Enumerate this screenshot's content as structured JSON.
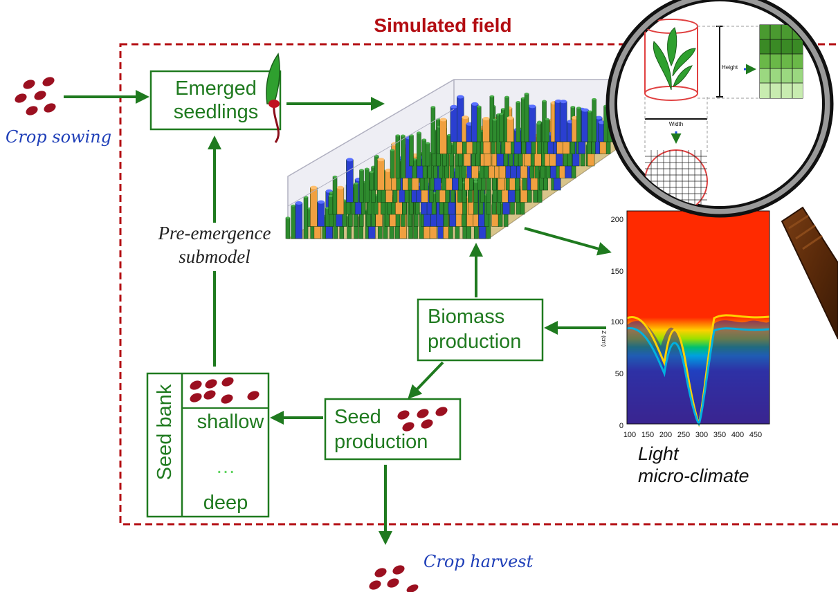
{
  "title": "Simulated field",
  "inputs": {
    "crop_sowing": "Crop sowing",
    "crop_harvest": "Crop harvest"
  },
  "boxes": {
    "emerged_seedlings": [
      "Emerged",
      "seedlings"
    ],
    "biomass_production": [
      "Biomass",
      "production"
    ],
    "seed_production": [
      "Seed",
      "production"
    ]
  },
  "seed_bank": {
    "label": "Seed bank",
    "shallow": "shallow",
    "ellipsis": "…",
    "deep": "deep"
  },
  "pre_emergence": [
    "Pre-emergence",
    "submodel"
  ],
  "light_caption": [
    "Light",
    "micro-climate"
  ],
  "light_plot": {
    "y_ticks": [
      "0",
      "50",
      "100",
      "150",
      "200"
    ],
    "x_ticks": [
      "100",
      "150",
      "200",
      "250",
      "300",
      "350",
      "400",
      "450"
    ],
    "y_label": "Z (cm)"
  },
  "magnifier": {
    "height_label": "Height",
    "width_label": "Width"
  },
  "colors": {
    "green": "#1f7a1f",
    "dark_red": "#b30d12",
    "seed": "#9b1020",
    "blue_text": "#1f3fb8"
  }
}
